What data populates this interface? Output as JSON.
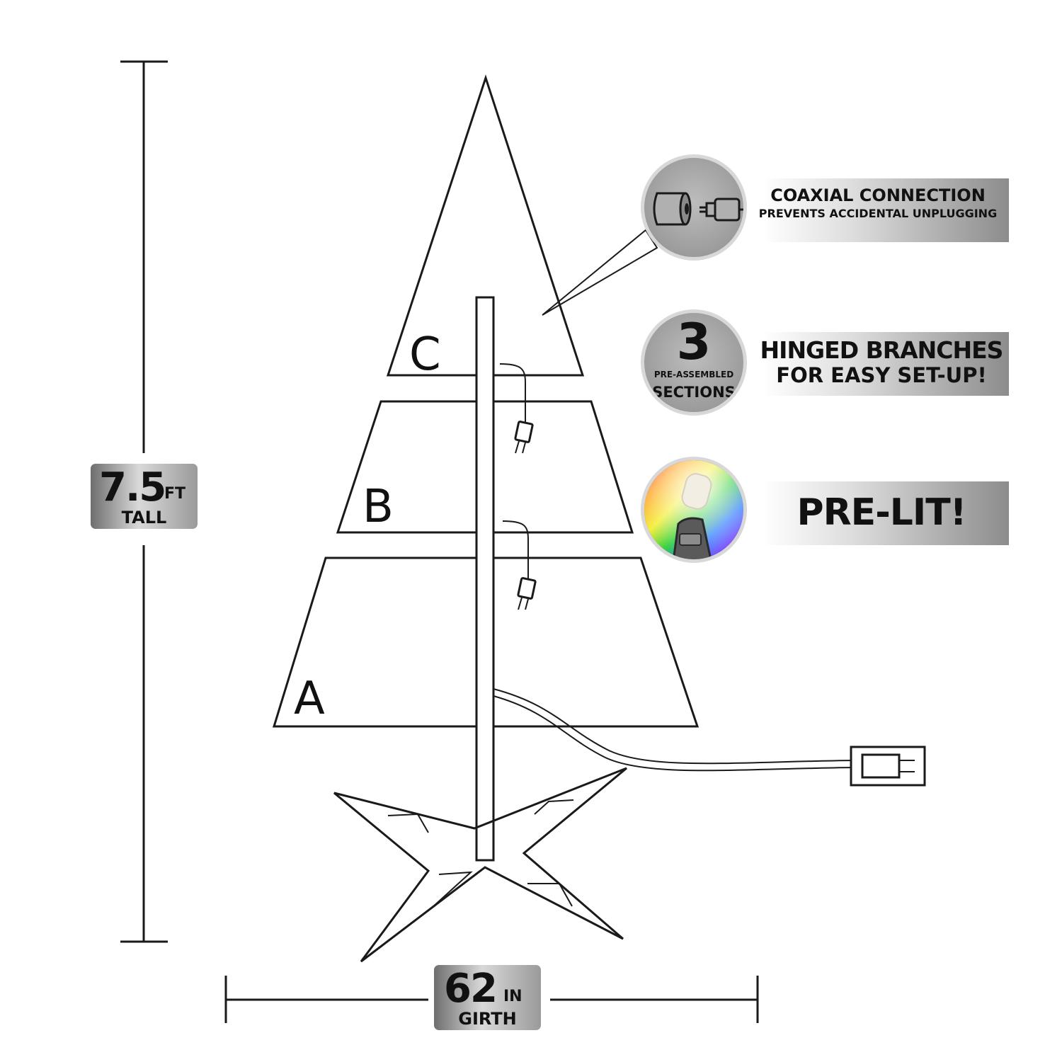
{
  "measurements": {
    "height": {
      "value": "7.5",
      "unit": "FT",
      "label": "TALL"
    },
    "girth": {
      "value": "62",
      "unit": "IN",
      "label": "GIRTH"
    }
  },
  "sections": {
    "labels": [
      "C",
      "B",
      "A"
    ]
  },
  "features": [
    {
      "icon": "coaxial-connector-icon",
      "title": "COAXIAL CONNECTION",
      "subtitle": "PREVENTS ACCIDENTAL UNPLUGGING"
    },
    {
      "icon": "sections-count",
      "number": "3",
      "label_small": "PRE-ASSEMBLED",
      "label": "SECTIONS",
      "title": "HINGED BRANCHES",
      "subtitle": "FOR EASY SET-UP!"
    },
    {
      "icon": "rainbow-light-bulb-icon",
      "title": "PRE-LIT!"
    }
  ]
}
